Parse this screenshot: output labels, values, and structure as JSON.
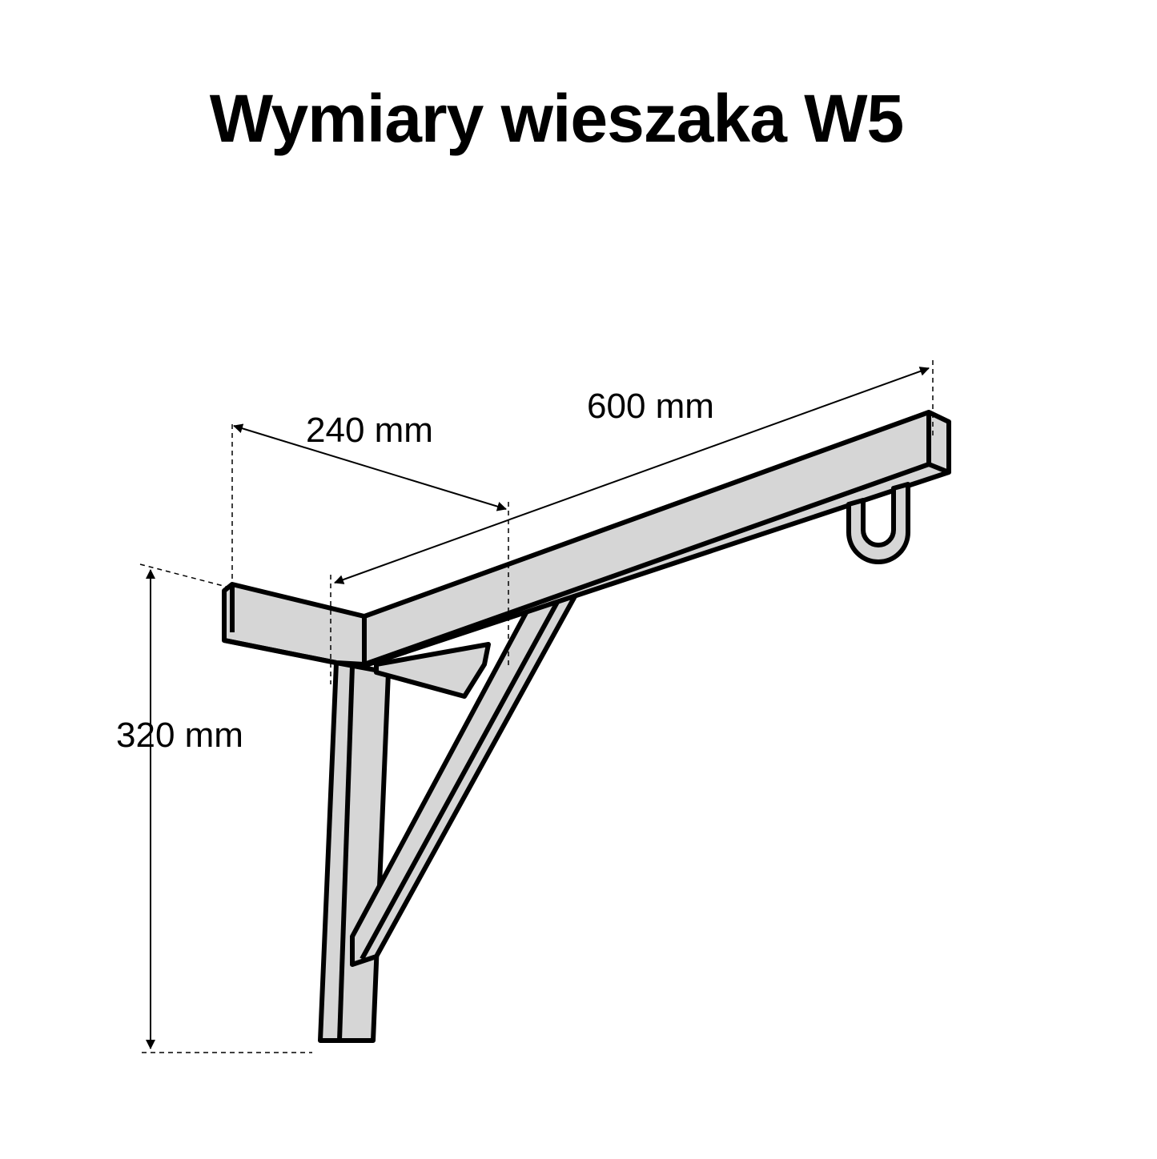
{
  "title": "Wymiary wieszaka W5",
  "dimensions": {
    "arm_length": "600 mm",
    "wall_arm_length": "240 mm",
    "height": "320 mm"
  },
  "colors": {
    "fill": "#d6d6d6",
    "stroke": "#000000",
    "background": "#ffffff"
  }
}
